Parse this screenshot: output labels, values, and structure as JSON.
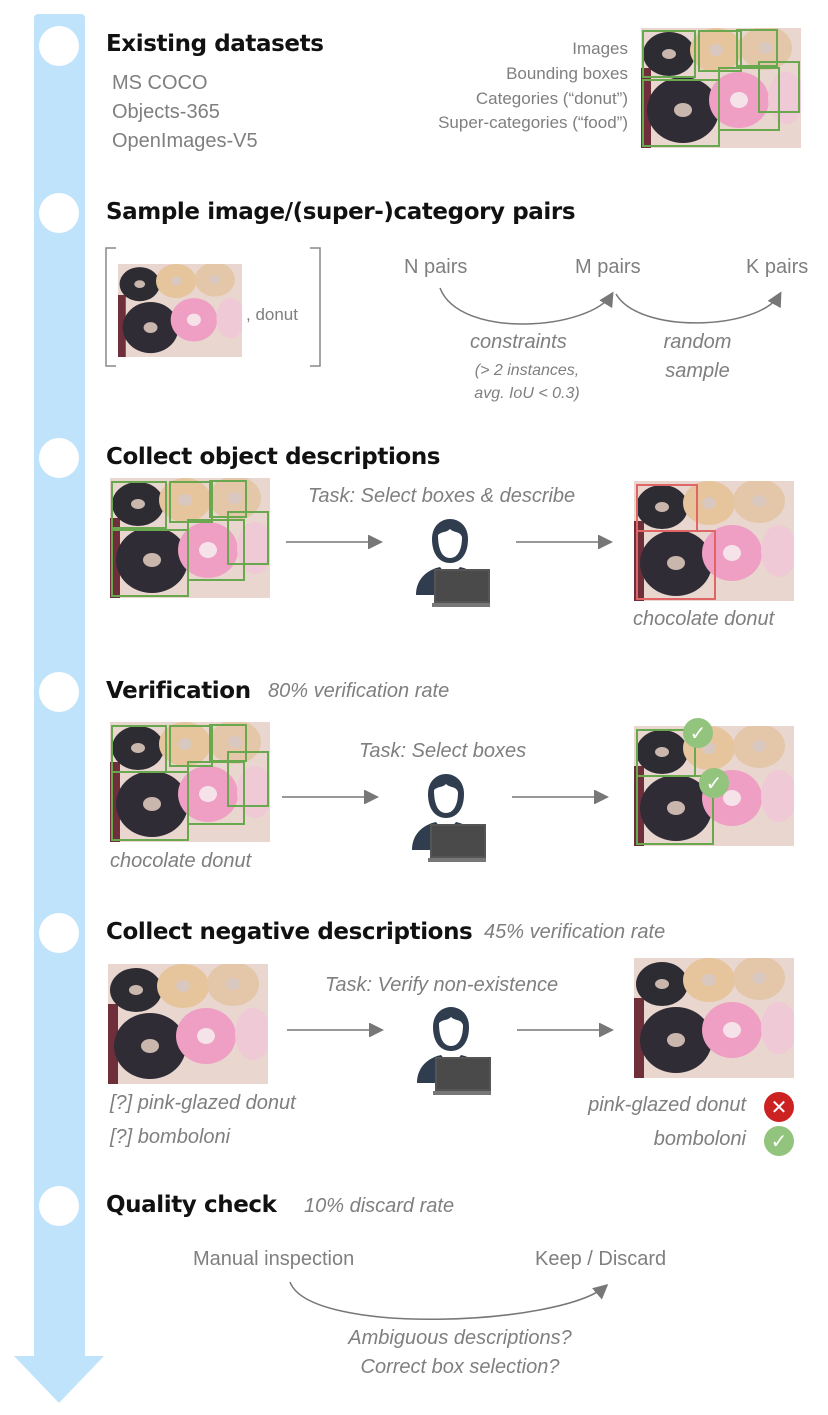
{
  "stages": {
    "existing": {
      "title": "Existing datasets",
      "datasets": [
        "MS COCO",
        "Objects-365",
        "OpenImages-V5"
      ],
      "annotations": [
        "Images",
        "Bounding boxes",
        "Categories (“donut”)",
        "Super-categories (“food”)"
      ]
    },
    "sample": {
      "title": "Sample image/(super-)category pairs",
      "pair_label": ", donut",
      "n_pairs": "N pairs",
      "m_pairs": "M pairs",
      "k_pairs": "K pairs",
      "constraints": "constraints",
      "constraints_detail_1": "(> 2 instances,",
      "constraints_detail_2": "avg. IoU < 0.3)",
      "random_1": "random",
      "random_2": "sample"
    },
    "collect": {
      "title": "Collect object descriptions",
      "task": "Task: Select boxes & describe",
      "output_caption": "chocolate donut"
    },
    "verify": {
      "title": "Verification",
      "rate": "80% verification rate",
      "task": "Task: Select boxes",
      "input_caption": "chocolate donut"
    },
    "negative": {
      "title": "Collect negative descriptions",
      "rate": "45% verification rate",
      "task": "Task: Verify non-existence",
      "input_1": "[?] pink-glazed donut",
      "input_2": "[?] bomboloni",
      "output_1": "pink-glazed donut",
      "output_2": "bomboloni"
    },
    "quality": {
      "title": "Quality check",
      "rate": "10% discard rate",
      "left": "Manual inspection",
      "right": "Keep / Discard",
      "question_1": "Ambiguous descriptions?",
      "question_2": "Correct box selection?"
    }
  },
  "icons": {
    "person": "person-at-laptop-icon",
    "check": "check-icon",
    "cross": "cross-icon"
  },
  "colors": {
    "timeline": "#bfe3fb",
    "box_green": "#6aa84f",
    "box_red": "#e06666",
    "check_green": "#93c47d",
    "cross_red": "#cc2222",
    "person": "#2f3d4f"
  }
}
